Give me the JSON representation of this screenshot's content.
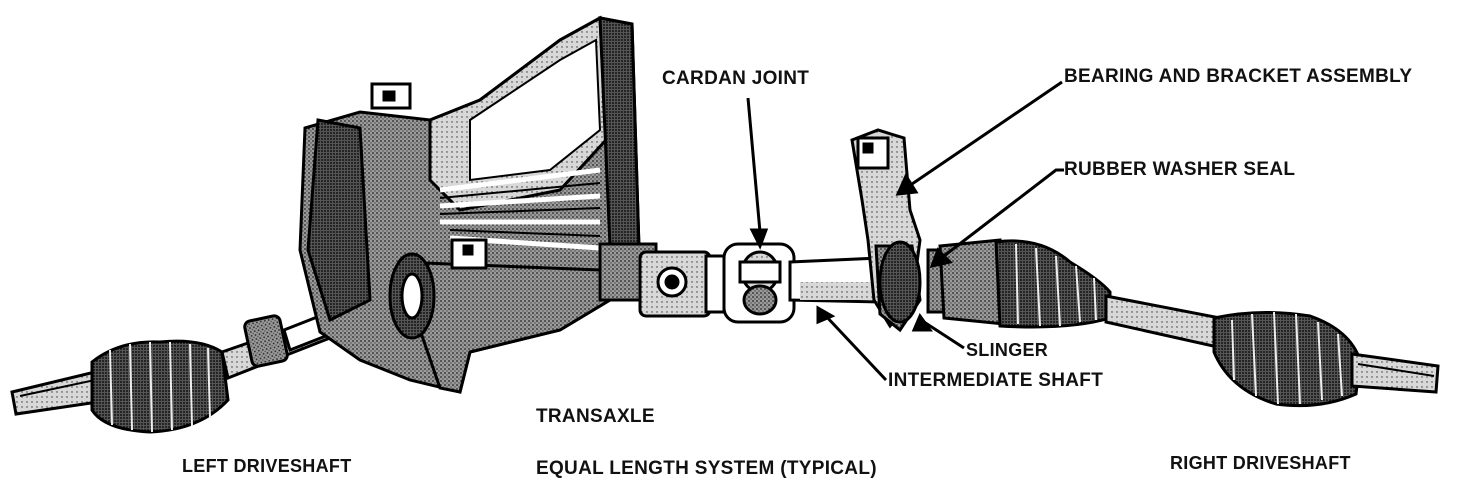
{
  "labels": {
    "cardan_joint": "CARDAN JOINT",
    "bearing_bracket": "BEARING AND BRACKET ASSEMBLY",
    "rubber_washer_seal": "RUBBER WASHER SEAL",
    "slinger": "SLINGER",
    "intermediate_shaft": "INTERMEDIATE SHAFT",
    "transaxle": "TRANSAXLE",
    "left_driveshaft": "LEFT DRIVESHAFT",
    "caption": "EQUAL LENGTH SYSTEM (TYPICAL)",
    "right_driveshaft": "RIGHT DRIVESHAFT"
  }
}
